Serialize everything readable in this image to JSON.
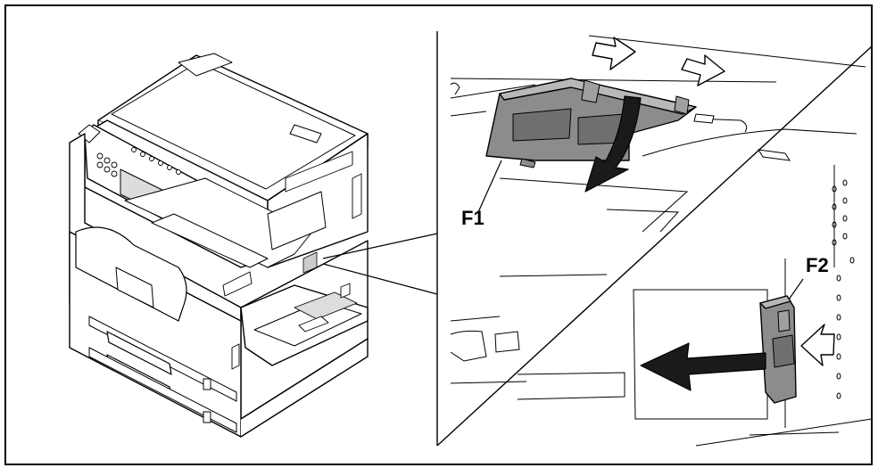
{
  "labels": {
    "f1": "F1",
    "f2": "F2"
  },
  "colors": {
    "outline": "#000000",
    "panel_fill": "#8c8c8c",
    "panel_light": "#b8b8b8",
    "arrow_dark": "#1a1a1a"
  },
  "icons": [
    "copier-illustration",
    "push-arrow-icon",
    "pull-arrow-icon",
    "curved-down-arrow-icon",
    "left-arrow-icon"
  ]
}
